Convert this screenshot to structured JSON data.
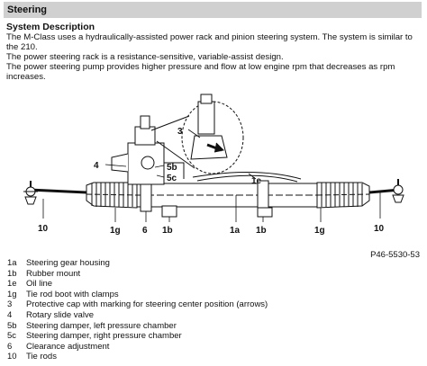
{
  "header": {
    "title": "Steering"
  },
  "section": {
    "title": "System Description"
  },
  "paragraphs": [
    "The M-Class uses a hydraulically-assisted power rack and pinion steering system. The system is similar to",
    "the 210.",
    "The power steering rack is a resistance-sensitive, variable-assist design.",
    "The power steering pump provides higher pressure and flow at low engine rpm that decreases as rpm",
    "increases."
  ],
  "figure": {
    "code": "P46-5530-53",
    "callouts": {
      "c3": "3",
      "c4": "4",
      "c5b": "5b",
      "c5c": "5c",
      "c1e": "1e",
      "c10_left": "10",
      "c1g_left": "1g",
      "c6": "6",
      "c1b_left": "1b",
      "c1a": "1a",
      "c1b_right": "1b",
      "c1g_right": "1g",
      "c10_right": "10"
    }
  },
  "legend": [
    {
      "key": "1a",
      "text": "Steering gear housing"
    },
    {
      "key": "1b",
      "text": "Rubber mount"
    },
    {
      "key": "1e",
      "text": "Oil line"
    },
    {
      "key": "1g",
      "text": "Tie rod boot with clamps"
    },
    {
      "key": "3",
      "text": "Protective cap with marking for steering center position (arrows)"
    },
    {
      "key": "4",
      "text": "Rotary slide valve"
    },
    {
      "key": "5b",
      "text": "Steering damper, left pressure chamber"
    },
    {
      "key": "5c",
      "text": "Steering damper, right pressure chamber"
    },
    {
      "key": "6",
      "text": "Clearance adjustment"
    },
    {
      "key": "10",
      "text": "Tie rods"
    }
  ]
}
